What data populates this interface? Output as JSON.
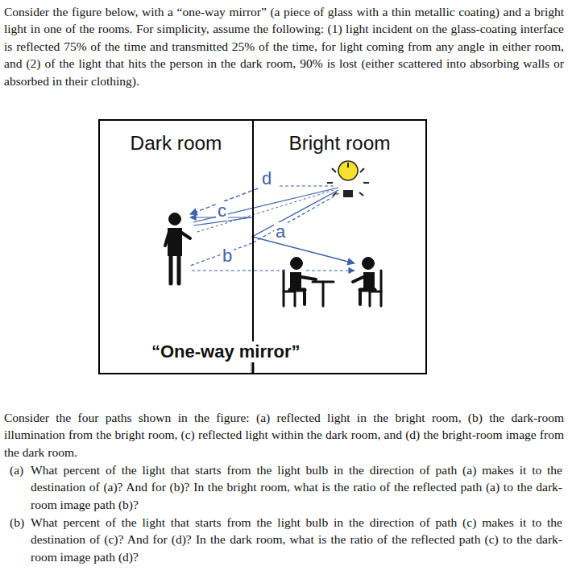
{
  "diagram": {
    "nodes": [
      {
        "text": [
          "Dark room"
        ]
      },
      {
        "text": [
          "Bright room"
        ]
      }
    ],
    "labels": [
      "Consider the figure below, with a “one-way mirror” (a piece of glass with a thin metallic coating) and a bright light in one of the rooms. For simplicity, assume the following: (1) light incident on the glass-coating interface is reflected 75% of the time and transmitted 25% of the time, for light coming from any angle in either room, and (2) of the light that hits the person in the dark room, 90% is lost (either scattered into absorbing walls or absorbed in their clothing).",
      "d",
      "c",
      "a",
      "b",
      "“One-way mirror”",
      "Consider the four paths shown in the figure: (a) reflected light in the bright room, (b) the dark-room illumination from the bright room, (c) reflected light within the dark room, and (d) the bright-room image from the dark room.",
      "(a)",
      "What percent of the light that starts from the light bulb in the direction of path (a) makes it to the destination of (a)? And for (b)? In the bright room, what is the ratio of the reflected path (a) to the dark-room image path (b)?",
      "(b)",
      "What percent of the light that starts from the light bulb in the direction of path (c) makes it to the destination of (c)? And for (d)? In the dark room, what is the ratio of the reflected path (c) to the dark-room image path (d)?"
    ]
  }
}
